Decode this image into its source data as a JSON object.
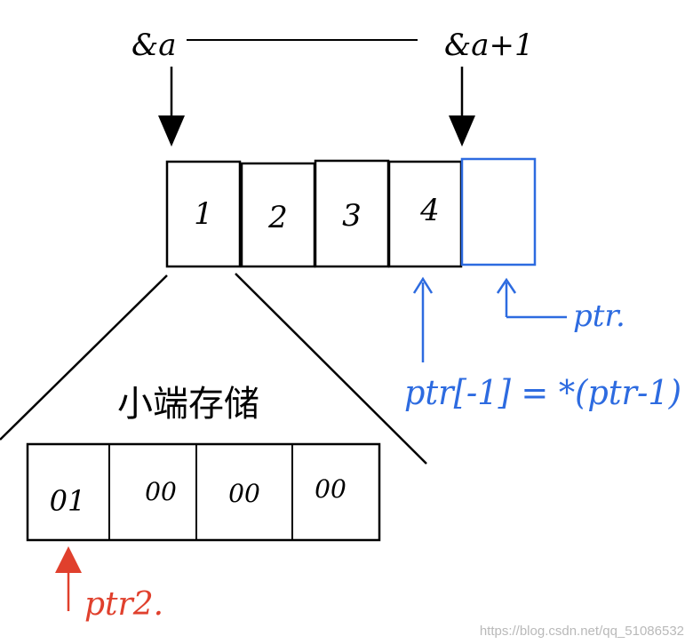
{
  "labels": {
    "addr_a": "&a",
    "addr_a_plus_1": "&a+1",
    "little_endian": "小端存储",
    "ptr": "ptr.",
    "expression": "ptr[-1] = *(ptr-1)",
    "ptr2": "ptr2."
  },
  "array_cells": [
    "1",
    "2",
    "3",
    "4",
    ""
  ],
  "byte_cells": [
    "01",
    "00",
    "00",
    "00"
  ],
  "colors": {
    "ink": "#000000",
    "blue": "#2d6be0",
    "red": "#e0402d"
  },
  "watermark": "https://blog.csdn.net/qq_51086532"
}
